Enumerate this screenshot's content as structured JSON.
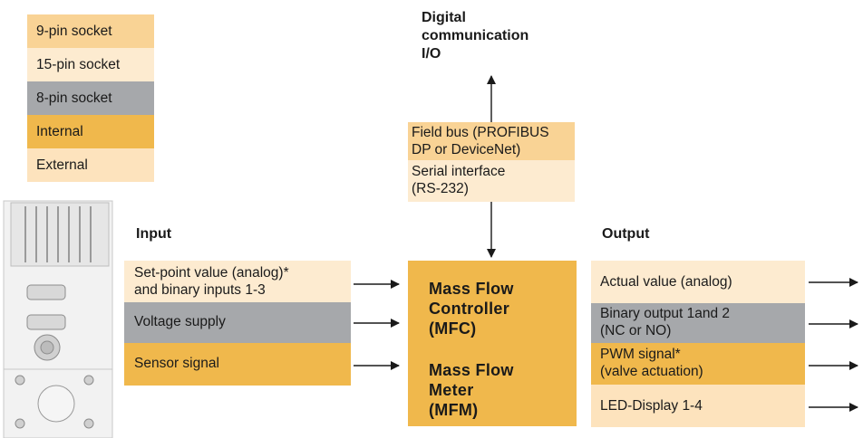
{
  "colors": {
    "nine_pin": "#f9d395",
    "fifteen_pin": "#fdebd0",
    "eight_pin": "#a6a8ab",
    "internal": "#f0b84c",
    "external": "#fde3bd"
  },
  "legend": [
    {
      "label": "9-pin socket",
      "color_key": "nine_pin"
    },
    {
      "label": "15-pin socket",
      "color_key": "fifteen_pin"
    },
    {
      "label": "8-pin socket",
      "color_key": "eight_pin"
    },
    {
      "label": "Internal",
      "color_key": "internal"
    },
    {
      "label": "External",
      "color_key": "external"
    }
  ],
  "digital": {
    "heading_lines": [
      "Digital",
      "communication",
      "I/O"
    ],
    "fieldbus_lines": [
      "Field bus  (PROFIBUS",
      "DP or DeviceNet)"
    ],
    "serial_lines": [
      "Serial interface",
      "(RS-232)"
    ]
  },
  "input": {
    "heading": "Input",
    "items": [
      {
        "lines": [
          "Set-point value (analog)*",
          "and binary inputs 1-3"
        ]
      },
      {
        "lines": [
          "Voltage supply"
        ]
      },
      {
        "lines": [
          "Sensor signal"
        ]
      }
    ]
  },
  "output": {
    "heading": "Output",
    "items": [
      {
        "lines": [
          "Actual value (analog)"
        ]
      },
      {
        "lines": [
          "Binary output 1and 2",
          "(NC or NO)"
        ]
      },
      {
        "lines": [
          "PWM signal*",
          "(valve actuation)"
        ]
      },
      {
        "lines": [
          "LED-Display 1-4"
        ]
      }
    ]
  },
  "center": {
    "mfc_lines": [
      "Mass Flow",
      "Controller",
      "(MFC)"
    ],
    "mfm_lines": [
      "Mass Flow",
      "Meter",
      "(MFM)"
    ]
  },
  "device": {
    "description": "device-photo"
  }
}
